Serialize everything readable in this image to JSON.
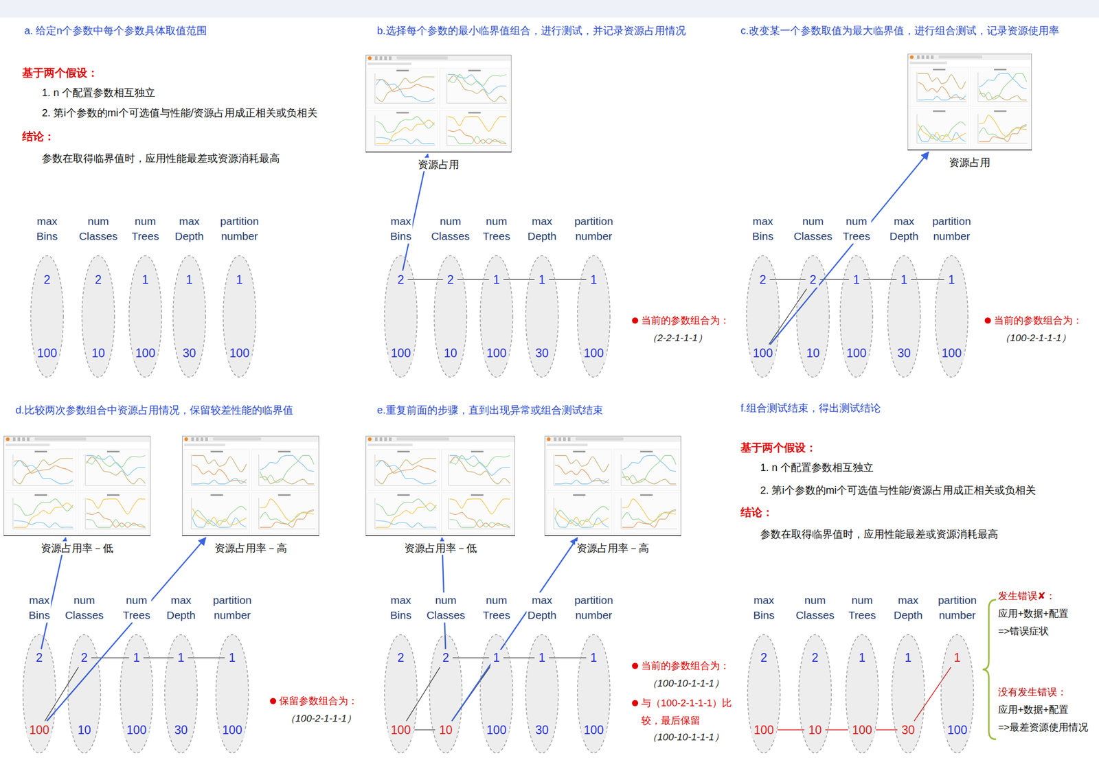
{
  "diagram": {
    "nodes": [
      {
        "text": [
          "max Bins"
        ]
      },
      {
        "text": [
          "2"
        ],
        "in": 0
      },
      {
        "text": [
          "100"
        ],
        "in": 0
      },
      {
        "text": [
          "num Classes"
        ]
      },
      {
        "text": [
          "2"
        ],
        "in": 3
      },
      {
        "text": [
          "10"
        ],
        "in": 3
      },
      {
        "text": [
          "num Trees"
        ]
      },
      {
        "text": [
          "1"
        ],
        "in": 6
      },
      {
        "text": [
          "100"
        ],
        "in": 6
      },
      {
        "text": [
          "max Depth"
        ]
      },
      {
        "text": [
          "1"
        ],
        "in": 9
      },
      {
        "text": [
          "30"
        ],
        "in": 9
      },
      {
        "text": [
          "partition number"
        ]
      },
      {
        "text": [
          "1"
        ],
        "in": 12
      },
      {
        "text": [
          "100"
        ],
        "in": 12
      },
      {
        "text": [
          "资源占用"
        ]
      },
      {
        "text": [
          "max Bins"
        ]
      },
      {
        "text": [
          "2"
        ],
        "in": 16
      },
      {
        "text": [
          "100"
        ],
        "in": 16
      },
      {
        "text": [
          "num Classes"
        ]
      },
      {
        "text": [
          "2"
        ],
        "in": 19
      },
      {
        "text": [
          "10"
        ],
        "in": 19
      },
      {
        "text": [
          "num Trees"
        ]
      },
      {
        "text": [
          "1"
        ],
        "in": 22
      },
      {
        "text": [
          "100"
        ],
        "in": 22
      },
      {
        "text": [
          "max Depth"
        ]
      },
      {
        "text": [
          "1"
        ],
        "in": 25
      },
      {
        "text": [
          "30"
        ],
        "in": 25
      },
      {
        "text": [
          "partition number"
        ]
      },
      {
        "text": [
          "1"
        ],
        "in": 28
      },
      {
        "text": [
          "100"
        ],
        "in": 28
      },
      {
        "text": [
          "资源占用"
        ]
      },
      {
        "text": [
          "max Bins"
        ]
      },
      {
        "text": [
          "2"
        ],
        "in": 32
      },
      {
        "text": [
          "100"
        ],
        "in": 32
      },
      {
        "text": [
          "num Classes"
        ]
      },
      {
        "text": [
          "2"
        ],
        "in": 35
      },
      {
        "text": [
          "10"
        ],
        "in": 35
      },
      {
        "text": [
          "num Trees"
        ]
      },
      {
        "text": [
          "1"
        ],
        "in": 38
      },
      {
        "text": [
          "100"
        ],
        "in": 38
      },
      {
        "text": [
          "max Depth"
        ]
      },
      {
        "text": [
          "1"
        ],
        "in": 41
      },
      {
        "text": [
          "30"
        ],
        "in": 41
      },
      {
        "text": [
          "partition number"
        ]
      },
      {
        "text": [
          "1"
        ],
        "in": 44
      },
      {
        "text": [
          "100"
        ],
        "in": 44
      },
      {
        "text": [
          "资源占用率－低"
        ]
      },
      {
        "text": [
          "资源占用率－高"
        ]
      },
      {
        "text": [
          "max Bins"
        ]
      },
      {
        "text": [
          "2"
        ],
        "in": 49
      },
      {
        "text": [
          "100"
        ],
        "in": 49
      },
      {
        "text": [
          "num Classes"
        ]
      },
      {
        "text": [
          "2"
        ],
        "in": 52
      },
      {
        "text": [
          "10"
        ],
        "in": 52
      },
      {
        "text": [
          "num Trees"
        ]
      },
      {
        "text": [
          "1"
        ],
        "in": 55
      },
      {
        "text": [
          "100"
        ],
        "in": 55
      },
      {
        "text": [
          "max Depth"
        ]
      },
      {
        "text": [
          "1"
        ],
        "in": 58
      },
      {
        "text": [
          "30"
        ],
        "in": 58
      },
      {
        "text": [
          "partition number"
        ]
      },
      {
        "text": [
          "1"
        ],
        "in": 61
      },
      {
        "text": [
          "100"
        ],
        "in": 61
      },
      {
        "text": [
          "资源占用率－低"
        ]
      },
      {
        "text": [
          "资源占用率－高"
        ]
      },
      {
        "text": [
          "max Bins"
        ]
      },
      {
        "text": [
          "2"
        ],
        "in": 66
      },
      {
        "text": [
          "100"
        ],
        "in": 66
      },
      {
        "text": [
          "num Classes"
        ]
      },
      {
        "text": [
          "2"
        ],
        "in": 69
      },
      {
        "text": [
          "10"
        ],
        "in": 69
      },
      {
        "text": [
          "num Trees"
        ]
      },
      {
        "text": [
          "1"
        ],
        "in": 72
      },
      {
        "text": [
          "100"
        ],
        "in": 72
      },
      {
        "text": [
          "max Depth"
        ]
      },
      {
        "text": [
          "1"
        ],
        "in": 75
      },
      {
        "text": [
          "30"
        ],
        "in": 75
      },
      {
        "text": [
          "partition number"
        ]
      },
      {
        "text": [
          "1"
        ],
        "in": 78
      },
      {
        "text": [
          "100"
        ],
        "in": 78
      },
      {
        "text": [
          "max Bins"
        ]
      },
      {
        "text": [
          "2"
        ],
        "in": 81
      },
      {
        "text": [
          "100"
        ],
        "in": 81
      },
      {
        "text": [
          "num Classes"
        ]
      },
      {
        "text": [
          "2"
        ],
        "in": 84
      },
      {
        "text": [
          "10"
        ],
        "in": 84
      },
      {
        "text": [
          "num Trees"
        ]
      },
      {
        "text": [
          "1"
        ],
        "in": 87
      },
      {
        "text": [
          "100"
        ],
        "in": 87
      },
      {
        "text": [
          "max Depth"
        ]
      },
      {
        "text": [
          "1"
        ],
        "in": 90
      },
      {
        "text": [
          "30"
        ],
        "in": 90
      },
      {
        "text": [
          "partition number"
        ]
      },
      {
        "text": [
          "1"
        ],
        "in": 93
      },
      {
        "text": [
          "100"
        ],
        "in": 93
      }
    ],
    "edges": [
      {
        "from": 17,
        "to": 20,
        "arrow": "none"
      },
      {
        "from": 20,
        "to": 23,
        "arrow": "none"
      },
      {
        "from": 23,
        "to": 26,
        "arrow": "none"
      },
      {
        "from": 26,
        "to": 29,
        "arrow": "none"
      },
      {
        "from": 17,
        "to": 15,
        "arrow": "to"
      },
      {
        "from": 33,
        "to": 36,
        "arrow": "none"
      },
      {
        "from": 36,
        "to": 39,
        "arrow": "none"
      },
      {
        "from": 39,
        "to": 42,
        "arrow": "none"
      },
      {
        "from": 42,
        "to": 45,
        "arrow": "none"
      },
      {
        "from": 34,
        "to": 36,
        "arrow": "none"
      },
      {
        "from": 34,
        "to": 31,
        "arrow": "to"
      },
      {
        "from": 53,
        "to": 56,
        "arrow": "none"
      },
      {
        "from": 56,
        "to": 59,
        "arrow": "none"
      },
      {
        "from": 59,
        "to": 62,
        "arrow": "none"
      },
      {
        "from": 51,
        "to": 53,
        "arrow": "none"
      },
      {
        "from": 50,
        "to": 47,
        "arrow": "to"
      },
      {
        "from": 51,
        "to": 48,
        "arrow": "to"
      },
      {
        "from": 70,
        "to": 73,
        "arrow": "none"
      },
      {
        "from": 73,
        "to": 76,
        "arrow": "none"
      },
      {
        "from": 76,
        "to": 79,
        "arrow": "none"
      },
      {
        "from": 68,
        "to": 70,
        "arrow": "none"
      },
      {
        "from": 68,
        "to": 71,
        "arrow": "none"
      },
      {
        "from": 71,
        "to": 73,
        "arrow": "none"
      },
      {
        "from": 70,
        "to": 64,
        "arrow": "to"
      },
      {
        "from": 71,
        "to": 65,
        "arrow": "to"
      },
      {
        "from": 83,
        "to": 86,
        "arrow": "none"
      },
      {
        "from": 86,
        "to": 89,
        "arrow": "none"
      },
      {
        "from": 89,
        "to": 92,
        "arrow": "none"
      },
      {
        "from": 92,
        "to": 94,
        "arrow": "none"
      }
    ],
    "labels": [
      "a. 给定n个参数中每个参数具体取值范围",
      "基于两个假设：",
      "1. n 个配置参数相互独立",
      "2. 第i个参数的mi个可选值与性能/资源占用成正相关或负相关",
      "结论：",
      "参数在取得临界值时，应用性能最差或资源消耗最高",
      "b.选择每个参数的最小临界值组合，进行测试，并记录资源占用情况",
      "当前的参数组合为：",
      "（2-2-1-1-1）",
      "c.改变某一个参数取值为最大临界值，进行组合测试，记录资源使用率",
      "当前的参数组合为：",
      "（100-2-1-1-1）",
      "d.比较两次参数组合中资源占用情况，保留较差性能的临界值",
      "保留参数组合为：",
      "（100-2-1-1-1）",
      "e.重复前面的步骤，直到出现异常或组合测试结束",
      "当前的参数组合为：",
      "（100-10-1-1-1）",
      "与（100-2-1-1-1）比较，最后保留",
      "（100-10-1-1-1）",
      "f.组合测试结束，得出测试结论",
      "基于两个假设：",
      "1. n 个配置参数相互独立",
      "2. 第i个参数的mi个可选值与性能/资源占用成正相关或负相关",
      "结论：",
      "参数在取得临界值时，应用性能最差或资源消耗最高",
      "发生错误✘：",
      "应用+数据+配置",
      "=>错误症状",
      "没有发生错误：",
      "应用+数据+配置",
      "=>最差资源使用情况"
    ]
  }
}
